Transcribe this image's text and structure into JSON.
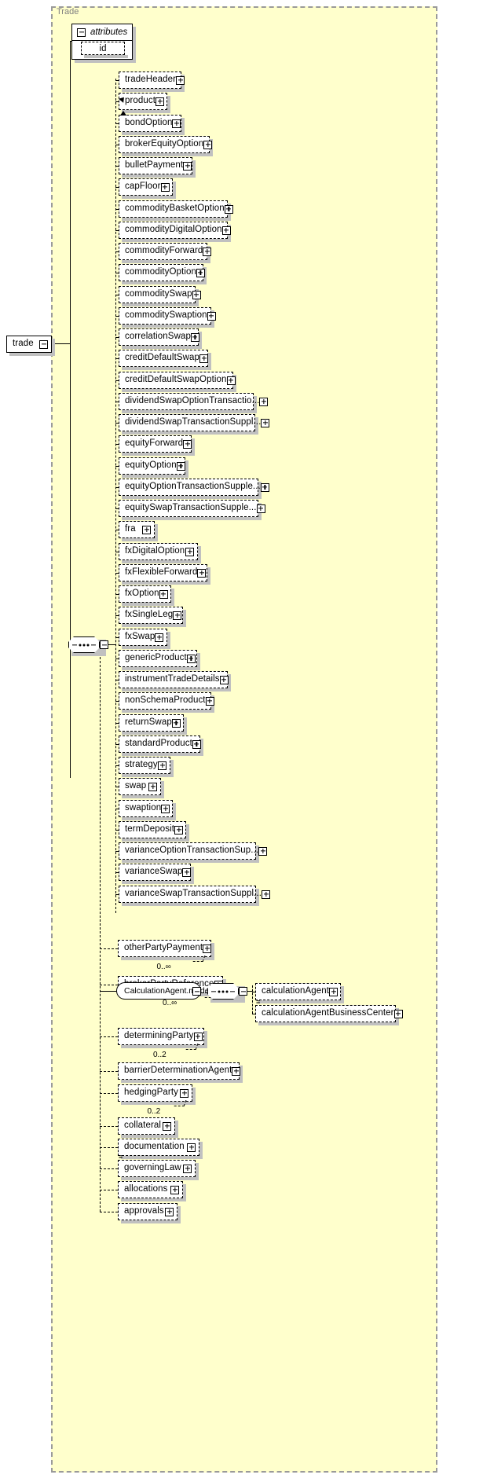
{
  "diagram": {
    "type": "xsd-schema-diagram",
    "root": {
      "name": "trade",
      "expander": "minus"
    },
    "group": {
      "label": "Trade"
    },
    "attributes": {
      "header": "attributes",
      "expander": "minus",
      "items": [
        "id"
      ]
    },
    "colors": {
      "group_fill": "#ffffcc",
      "group_border": "#9a9a9a",
      "node_fill": "#ffffff",
      "shadow": "#c0c0c0",
      "label": "#808080"
    },
    "sequence_children": [
      {
        "name": "tradeHeader",
        "expander": "plus",
        "width": 80
      },
      {
        "name": "product",
        "expander": "plus",
        "width": 62,
        "substitution_arrow": true
      },
      {
        "name": "bondOption",
        "expander": "plus",
        "width": 80
      },
      {
        "name": "brokerEquityOption",
        "expander": "plus",
        "width": 116
      },
      {
        "name": "bulletPayment",
        "expander": "plus",
        "width": 94
      },
      {
        "name": "capFloor",
        "expander": "plus",
        "width": 69
      },
      {
        "name": "commodityBasketOption",
        "expander": "plus",
        "width": 139
      },
      {
        "name": "commodityDigitalOption",
        "expander": "plus",
        "width": 139
      },
      {
        "name": "commodityForward",
        "expander": "plus",
        "width": 113
      },
      {
        "name": "commodityOption",
        "expander": "plus",
        "width": 108
      },
      {
        "name": "commoditySwap",
        "expander": "plus",
        "width": 98
      },
      {
        "name": "commoditySwaption",
        "expander": "plus",
        "width": 118
      },
      {
        "name": "correlationSwap",
        "expander": "plus",
        "width": 102
      },
      {
        "name": "creditDefaultSwap",
        "expander": "plus",
        "width": 114
      },
      {
        "name": "creditDefaultSwapOption",
        "expander": "plus",
        "width": 146
      },
      {
        "name": "dividendSwapOptionTransactio...",
        "expander": "plus",
        "width": 172
      },
      {
        "name": "dividendSwapTransactionSuppl...",
        "expander": "plus",
        "width": 174
      },
      {
        "name": "equityForward",
        "expander": "plus",
        "width": 93
      },
      {
        "name": "equityOption",
        "expander": "plus",
        "width": 85
      },
      {
        "name": "equityOptionTransactionSupple...",
        "expander": "plus",
        "width": 178
      },
      {
        "name": "equitySwapTransactionSupple...",
        "expander": "plus",
        "width": 178
      },
      {
        "name": "fra",
        "expander": "plus",
        "width": 46
      },
      {
        "name": "fxDigitalOption",
        "expander": "plus",
        "width": 101
      },
      {
        "name": "fxFlexibleForward",
        "expander": "plus",
        "width": 113
      },
      {
        "name": "fxOption",
        "expander": "plus",
        "width": 67
      },
      {
        "name": "fxSingleLeg",
        "expander": "plus",
        "width": 82
      },
      {
        "name": "fxSwap",
        "expander": "plus",
        "width": 62
      },
      {
        "name": "genericProduct",
        "expander": "plus",
        "width": 100
      },
      {
        "name": "instrumentTradeDetails",
        "expander": "plus",
        "width": 139
      },
      {
        "name": "nonSchemaProduct",
        "expander": "plus",
        "width": 118
      },
      {
        "name": "returnSwap",
        "expander": "plus",
        "width": 83
      },
      {
        "name": "standardProduct",
        "expander": "plus",
        "width": 104
      },
      {
        "name": "strategy",
        "expander": "plus",
        "width": 66
      },
      {
        "name": "swap",
        "expander": "plus",
        "width": 54
      },
      {
        "name": "swaption",
        "expander": "plus",
        "width": 69
      },
      {
        "name": "termDeposit",
        "expander": "plus",
        "width": 86
      },
      {
        "name": "varianceOptionTransactionSup...",
        "expander": "plus",
        "width": 175
      },
      {
        "name": "varianceSwap",
        "expander": "plus",
        "width": 92
      },
      {
        "name": "varianceSwapTransactionSuppl...",
        "expander": "plus",
        "width": 175
      }
    ],
    "top_level_children": [
      {
        "name": "otherPartyPayment",
        "expander": "plus",
        "width": 119,
        "occurs": "0..∞",
        "repeat": true
      },
      {
        "name": "brokerPartyReference",
        "expander": "plus",
        "width": 134,
        "occurs": "0..∞",
        "repeat": true
      },
      {
        "name": "determiningParty",
        "expander": "plus",
        "width": 110,
        "occurs": "0..2",
        "repeat": true
      },
      {
        "name": "barrierDeterminationAgent",
        "expander": "plus",
        "width": 155,
        "occurs": "",
        "repeat": false
      },
      {
        "name": "hedgingParty",
        "expander": "plus",
        "width": 95,
        "occurs": "0..2",
        "repeat": true
      },
      {
        "name": "collateral",
        "expander": "plus",
        "width": 73,
        "occurs": "",
        "repeat": false
      },
      {
        "name": "documentation",
        "expander": "plus",
        "width": 104,
        "occurs": "",
        "repeat": false
      },
      {
        "name": "governingLaw",
        "expander": "plus",
        "width": 99,
        "occurs": "",
        "repeat": false,
        "subs": true
      },
      {
        "name": "allocations",
        "expander": "plus",
        "width": 83,
        "occurs": "",
        "repeat": false
      },
      {
        "name": "approvals",
        "expander": "plus",
        "width": 76,
        "occurs": "",
        "repeat": false
      }
    ],
    "calculation_agent_model": {
      "name": "CalculationAgent.model",
      "expander": "minus",
      "compositor": "sequence",
      "compositor_expander": "minus",
      "children": [
        {
          "name": "calculationAgent",
          "expander": "plus",
          "width": 109
        },
        {
          "name": "calculationAgentBusinessCenter",
          "expander": "plus",
          "width": 179,
          "subs": true
        }
      ]
    }
  }
}
